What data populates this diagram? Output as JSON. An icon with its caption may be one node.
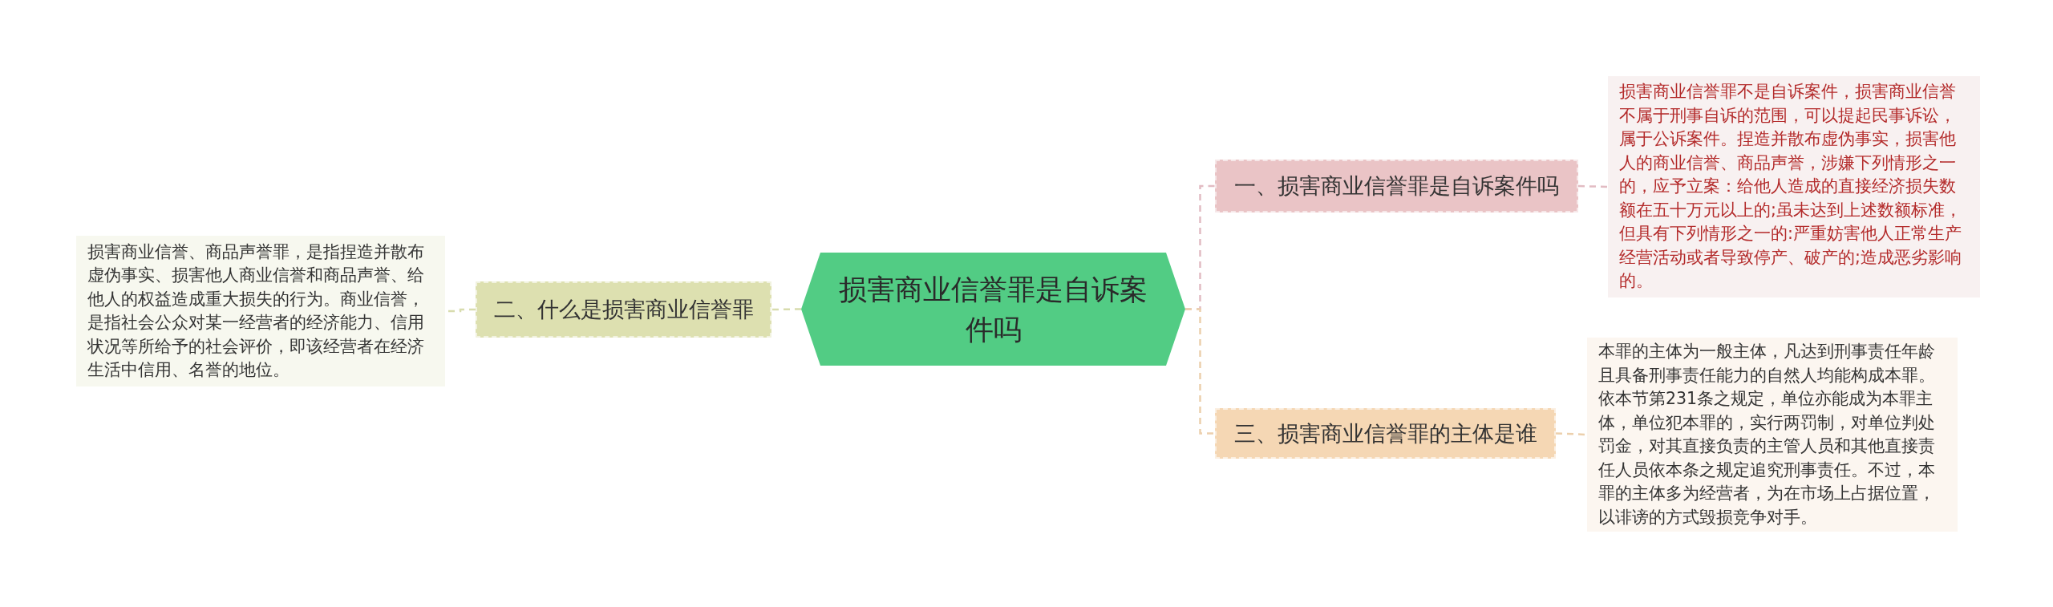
{
  "diagram": {
    "nodes": [
      {
        "text": [
          "损害商业信誉罪是自诉案件吗"
        ]
      },
      {
        "text": [
          "一、损害商业信誉罪是自诉案件吗"
        ]
      },
      {
        "text": [
          "损害商业信誉罪不是自诉案件，损害商业信誉不属于刑事自诉的范围，可以提起民事诉讼，属于公诉案件。捏造并散布虚伪事实，损害他人的商业信誉、商品声誉，涉嫌下列情形之一的，应予立案：给他人造成的直接经济损失数额在五十万元以上的;虽未达到上述数额标准，但具有下列情形之一的:严重妨害他人正常生产经营活动或者导致停产、破产的;造成恶劣影响的。"
        ]
      },
      {
        "text": [
          "三、损害商业信誉罪的主体是谁"
        ]
      },
      {
        "text": [
          "本罪的主体为一般主体，凡达到刑事责任年龄且具备刑事责任能力的自然人均能构成本罪。依本节第231条之规定，单位亦能成为本罪主体，单位犯本罪的，实行两罚制，对单位判处罚金，对其直接负责的主管人员和其他直接责任人员依本条之规定追究刑事责任。不过，本罪的主体多为经营者，为在市场上占据位置，以诽谤的方式毁损竞争对手。"
        ]
      },
      {
        "text": [
          "二、什么是损害商业信誉罪"
        ]
      },
      {
        "text": [
          "损害商业信誉、商品声誉罪，是指捏造并散布虚伪事实、损害他人商业信誉和商品声誉、给他人的权益造成重大损失的行为。商业信誉，是指社会公众对某一经营者的经济能力、信用状况等所给予的社会评价，即该经营者在经济生活中信用、名誉的地位。"
        ]
      }
    ],
    "edges": [
      {
        "from": 0,
        "to": 1,
        "arrow": "none",
        "style": "dashed",
        "color": "#e2bcc3"
      },
      {
        "from": 1,
        "to": 2,
        "arrow": "none",
        "style": "dashed",
        "color": "#e2bcc3"
      },
      {
        "from": 0,
        "to": 3,
        "arrow": "none",
        "style": "dashed",
        "color": "#ecd0ad"
      },
      {
        "from": 3,
        "to": 4,
        "arrow": "none",
        "style": "dashed",
        "color": "#ecd0ad"
      },
      {
        "from": 0,
        "to": 5,
        "arrow": "none",
        "style": "dashed",
        "color": "#d8dcae"
      },
      {
        "from": 5,
        "to": 6,
        "arrow": "none",
        "style": "dashed",
        "color": "#d8dcae"
      }
    ]
  }
}
